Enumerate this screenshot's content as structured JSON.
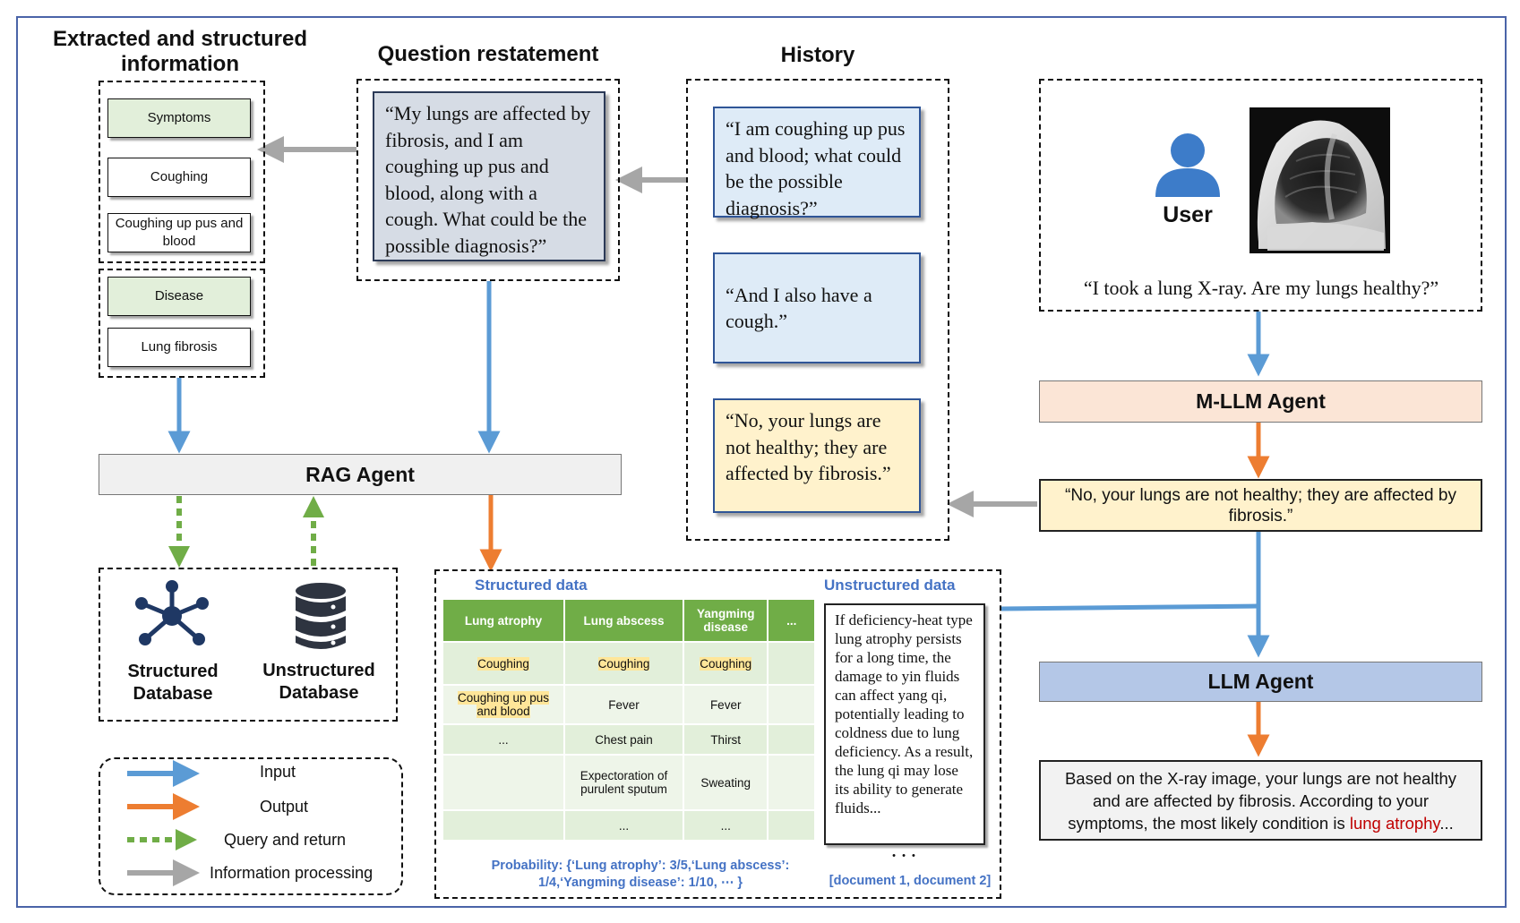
{
  "headings": {
    "extracted": "Extracted and structured information",
    "question": "Question restatement",
    "history": "History"
  },
  "extracted": {
    "symptoms_header": "Symptoms",
    "symptoms": [
      "Coughing",
      "Coughing up pus and blood"
    ],
    "disease_header": "Disease",
    "diseases": [
      "Lung fibrosis"
    ]
  },
  "question_restatement": "“My lungs are affected by fibrosis, and I am coughing up pus and blood, along with a cough. What could be the possible diagnosis?”",
  "history": {
    "h1": "“I am coughing up pus and blood; what could be the possible diagnosis?”",
    "h2": "“And I also have a cough.”",
    "h3": "“No, your lungs are not healthy; they are affected by fibrosis.”"
  },
  "user": {
    "label": "User",
    "quote": "“I took a lung X-ray. Are my lungs healthy?”"
  },
  "agents": {
    "mllm": "M-LLM Agent",
    "rag": "RAG Agent",
    "llm": "LLM Agent"
  },
  "mllm_output": "“No, your lungs are not healthy; they are affected by fibrosis.”",
  "final_answer_prefix": "Based on the X-ray image, your lungs are not healthy and are affected by fibrosis. According to your symptoms, the most likely condition is ",
  "final_answer_highlight": "lung atrophy",
  "final_answer_suffix": "...",
  "databases": {
    "structured": "Structured Database",
    "unstructured": "Unstructured Database"
  },
  "legend": {
    "input": "Input",
    "output": "Output",
    "query": "Query and return",
    "processing": "Information processing"
  },
  "structured_data": {
    "title": "Structured data",
    "headers": [
      "Lung atrophy",
      "Lung abscess",
      "Yangming disease",
      "..."
    ],
    "rows": [
      [
        "Coughing",
        "Coughing",
        "Coughing",
        ""
      ],
      [
        "Coughing up pus and blood",
        "Fever",
        "Fever",
        ""
      ],
      [
        "...",
        "Chest pain",
        "Thirst",
        ""
      ],
      [
        "",
        "Expectoration of purulent sputum",
        "Sweating",
        ""
      ],
      [
        "",
        "...",
        "...",
        ""
      ]
    ],
    "probability": "Probability: {‘Lung atrophy’: 3/5,‘Lung abscess’: 1/4,‘Yangming disease’: 1/10,  ⋯ }"
  },
  "unstructured_data": {
    "title": "Unstructured data",
    "text": "If deficiency-heat type lung atrophy persists for a long time, the damage to yin fluids can affect yang qi, potentially leading to coldness due to lung deficiency. As a result, the lung qi may lose its ability to generate fluids...",
    "ellipsis": "• • •",
    "documents": "[document 1, document 2]"
  },
  "colors": {
    "input_arrow": "#5b9bd5",
    "output_arrow": "#ed7d31",
    "query_arrow": "#70ad47",
    "processing_arrow": "#a6a6a6",
    "mllm_fill": "#fbe5d6",
    "llm_fill": "#b4c7e7",
    "rag_fill": "#f0f0f0",
    "highlight_red": "#c00000"
  }
}
